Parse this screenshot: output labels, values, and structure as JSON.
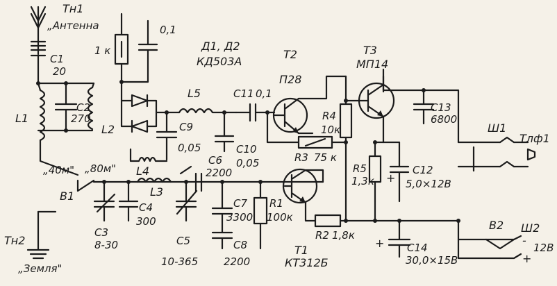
{
  "labels": {
    "tn1": "Тн1",
    "antenna": "„Антенна",
    "c1": "C1",
    "c1v": "20",
    "r1k": "1 к",
    "c01": "0,1",
    "d12": "Д1, Д2",
    "d12v": "КД503А",
    "t2": "Т2",
    "t2v": "П28",
    "t3": "Т3",
    "t3v": "МП14",
    "c2": "C2",
    "c2v": "270",
    "l1": "L1",
    "l2": "L2",
    "l5": "L5",
    "c11": "C11",
    "c11v": "0,1",
    "r4": "R4",
    "r4v": "10к",
    "c13": "C13",
    "c13v": "6800",
    "sh1": "Ш1",
    "tlf1": "Тлф1",
    "c9": "C9",
    "c9v": "0,05",
    "c10": "C10",
    "c10v": "0,05",
    "r3": "R3",
    "r3v": "75 к",
    "l4": "L4",
    "m40": "„40м\"",
    "m80": "„80м\"",
    "c6": "C6",
    "c6v": "2200",
    "r5": "R5",
    "r5v": "1,3к",
    "c12": "C12",
    "c12v": "5,0×12В",
    "b1": "В1",
    "l3": "L3",
    "c4": "C4",
    "c4v": "300",
    "c7": "C7",
    "c7v": "3300",
    "r1": "R1",
    "r1v": "100к",
    "r2": "R2",
    "r2v": "1,8к",
    "c14": "C14",
    "c14v": "30,0×15В",
    "b2": "В2",
    "sh2": "Ш2",
    "v12": "12В",
    "tn2": "Тн2",
    "zemlya": "„Земля\"",
    "c3": "C3",
    "c3v": "8-30",
    "c5": "C5",
    "c5v": "10-365",
    "c8": "C8",
    "c8v": "2200",
    "t1": "Т1",
    "t1v": "КТ312Б",
    "plus": "+",
    "minus": "-"
  }
}
